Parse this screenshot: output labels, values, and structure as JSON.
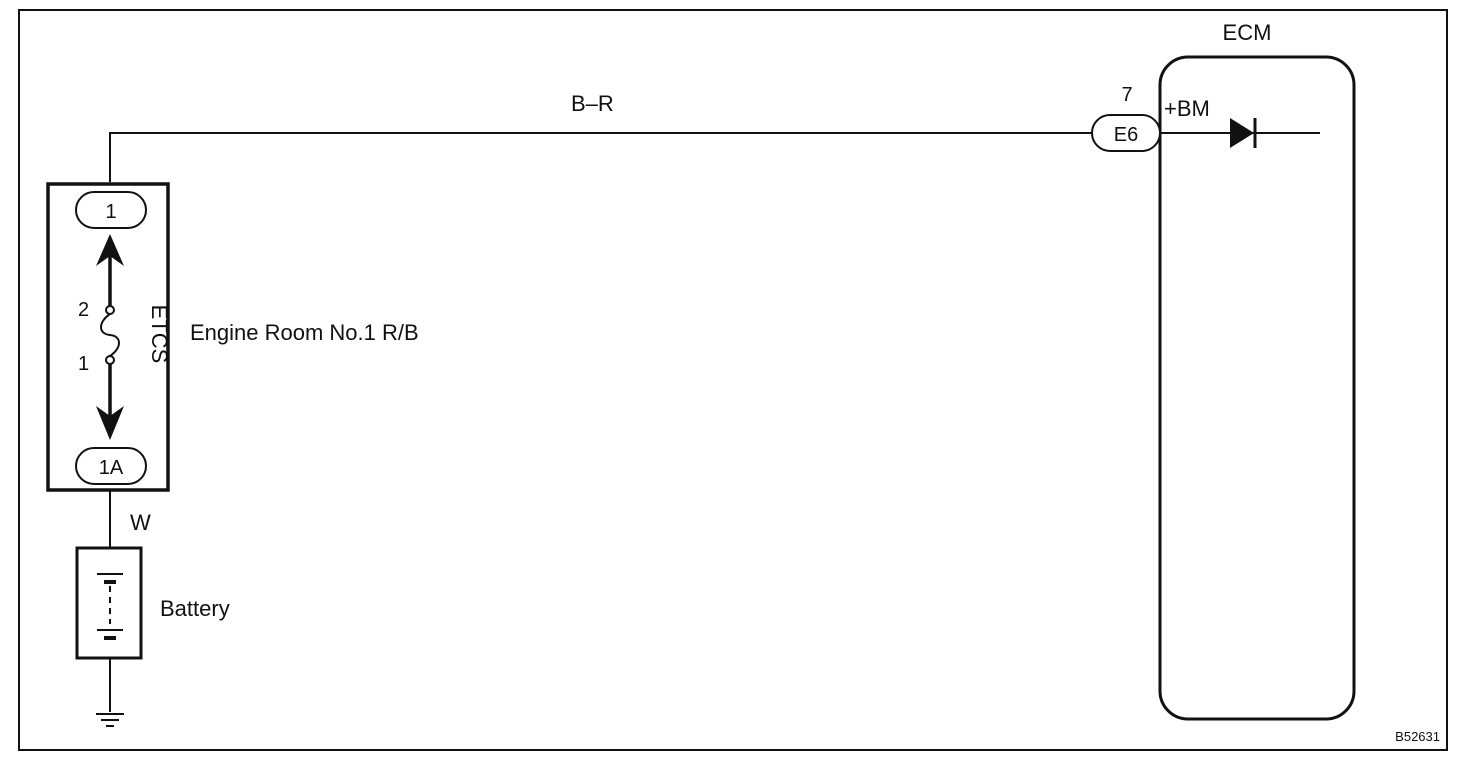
{
  "diagram": {
    "wire_top_label": "B–R",
    "wire_bottom_label": "W",
    "relay_box": {
      "label": "Engine Room No.1 R/B",
      "top_connector": "1",
      "bottom_connector": "1A",
      "fuse_name": "ETCS",
      "fuse_pin_top": "2",
      "fuse_pin_bottom": "1"
    },
    "battery_label": "Battery",
    "ecm": {
      "label": "ECM",
      "connector": "E6",
      "pin_number": "7",
      "terminal": "+BM"
    },
    "figure_code": "B52631"
  }
}
